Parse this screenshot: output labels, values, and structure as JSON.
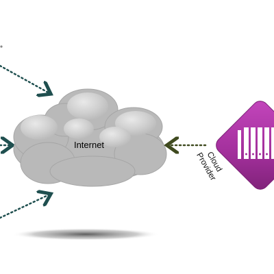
{
  "cloud": {
    "label": "Internet",
    "fill_color": "#b8b8b8",
    "stroke_color": "#a9a9a9"
  },
  "provider": {
    "label_line1": "Cloud",
    "label_line2": "Provider",
    "icon": "server-rack-icon",
    "color": "#a12f9a"
  },
  "arrows": {
    "color": "#1f4f4f",
    "provider_arrow_color": "#3f4a1f"
  }
}
